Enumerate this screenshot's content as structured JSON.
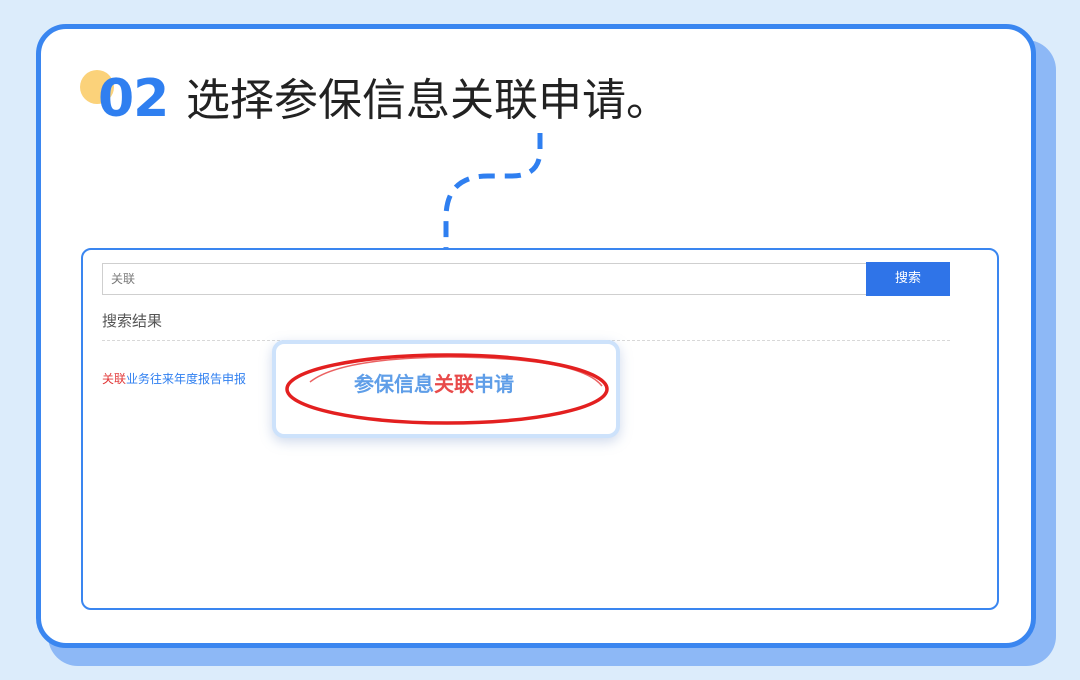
{
  "step": {
    "number": "02",
    "instruction": "选择参保信息关联申请。"
  },
  "search": {
    "value": "关联",
    "button_label": "搜索"
  },
  "results": {
    "title": "搜索结果",
    "items": [
      {
        "highlight": "关联",
        "rest": "业务往来年度报告申报"
      }
    ]
  },
  "popup": {
    "prefix": "参保信息",
    "highlight": "关联",
    "suffix": "申请"
  },
  "colors": {
    "accent": "#3a86f0",
    "highlight_red": "#e23a3a",
    "button_blue": "#2f74e8",
    "background": "#dcecfb"
  },
  "icons": {
    "arrow": "dashed-down-arrow-icon",
    "circle": "red-ellipse-highlight-icon"
  }
}
